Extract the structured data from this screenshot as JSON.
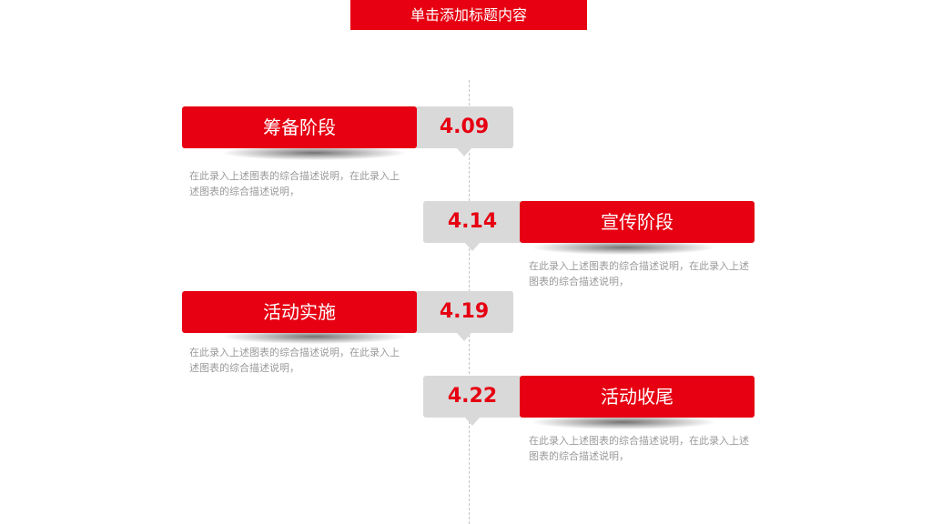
{
  "header": {
    "title": "单击添加标题内容"
  },
  "timeline": [
    {
      "stage": "筹备阶段",
      "date": "4.09",
      "desc": "在此录入上述图表的综合描述说明，在此录入上述图表的综合描述说明，"
    },
    {
      "stage": "宣传阶段",
      "date": "4.14",
      "desc": "在此录入上述图表的综合描述说明，在此录入上述图表的综合描述说明，"
    },
    {
      "stage": "活动实施",
      "date": "4.19",
      "desc": "在此录入上述图表的综合描述说明，在此录入上述图表的综合描述说明，"
    },
    {
      "stage": "活动收尾",
      "date": "4.22",
      "desc": "在此录入上述图表的综合描述说明，在此录入上述图表的综合描述说明，"
    }
  ],
  "colors": {
    "accent": "#e60012",
    "date_bg": "#d9d9d9",
    "desc_text": "#9a9a9a"
  }
}
